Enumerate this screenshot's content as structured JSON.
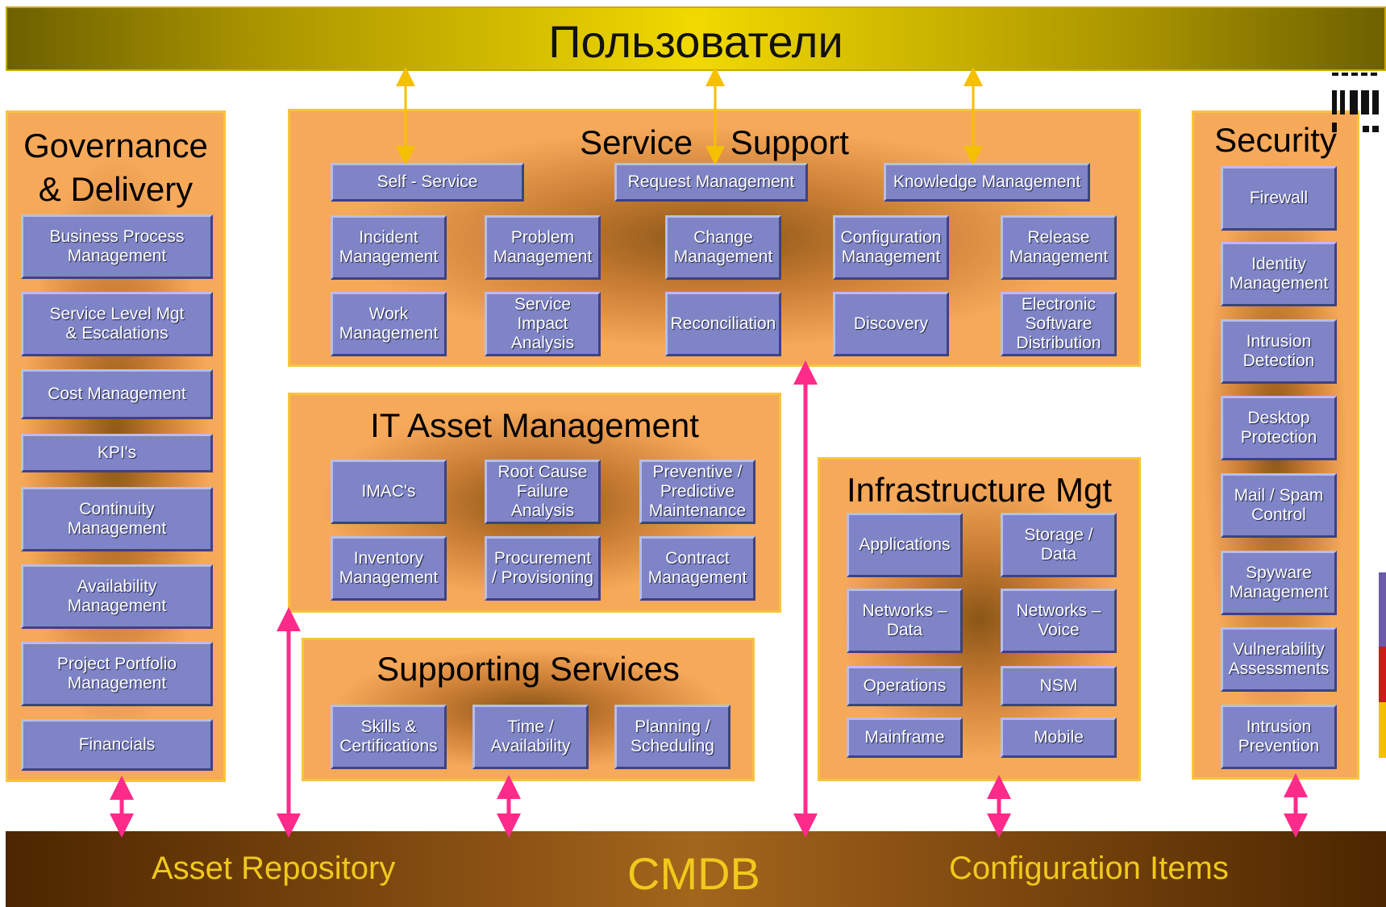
{
  "header": {
    "title": "Пользователи"
  },
  "governance": {
    "title": "Governance\n& Delivery",
    "items": [
      "Business Process\nManagement",
      "Service Level  Mgt\n& Escalations",
      "Cost Management",
      "KPI's",
      "Continuity\nManagement",
      "Availability\nManagement",
      "Project Portfolio\nManagement",
      "Financials"
    ]
  },
  "service_support": {
    "title": "Service    Support",
    "top_items": [
      "Self - Service",
      "Request Management",
      "Knowledge Management"
    ],
    "items": [
      "Incident\nManagement",
      "Problem\nManagement",
      "Change\nManagement",
      "Configuration\nManagement",
      "Release\nManagement",
      "Work\nManagement",
      "Service\nImpact\nAnalysis",
      "Reconciliation",
      "Discovery",
      "Electronic\nSoftware\nDistribution"
    ]
  },
  "it_asset": {
    "title": "IT Asset Management",
    "items": [
      "IMAC's",
      "Root Cause\nFailure\nAnalysis",
      "Preventive /\nPredictive\nMaintenance",
      "Inventory\nManagement",
      "Procurement\n/ Provisioning",
      "Contract\nManagement"
    ]
  },
  "supporting": {
    "title": "Supporting Services",
    "items": [
      "Skills &\nCertifications",
      "Time /\nAvailability",
      "Planning /\nScheduling"
    ]
  },
  "infrastructure": {
    "title": "Infrastructure Mgt",
    "items": [
      "Applications",
      "Storage /\nData",
      "Networks –\nData",
      "Networks –\nVoice",
      "Operations",
      "NSM",
      "Mainframe",
      "Mobile"
    ]
  },
  "security": {
    "title": "Security",
    "items": [
      "Firewall",
      "Identity\nManagement",
      "Intrusion\nDetection",
      "Desktop\nProtection",
      "Mail / Spam\nControl",
      "Spyware\nManagement",
      "Vulnerability\nAssessments",
      "Intrusion\nPrevention"
    ]
  },
  "footer": {
    "left": "Asset Repository",
    "center": "CMDB",
    "right": "Configuration Items"
  },
  "colors": {
    "yellow_arrow": "#f5c000",
    "pink_arrow": "#ff2b8a",
    "box": "#7e84c6"
  }
}
